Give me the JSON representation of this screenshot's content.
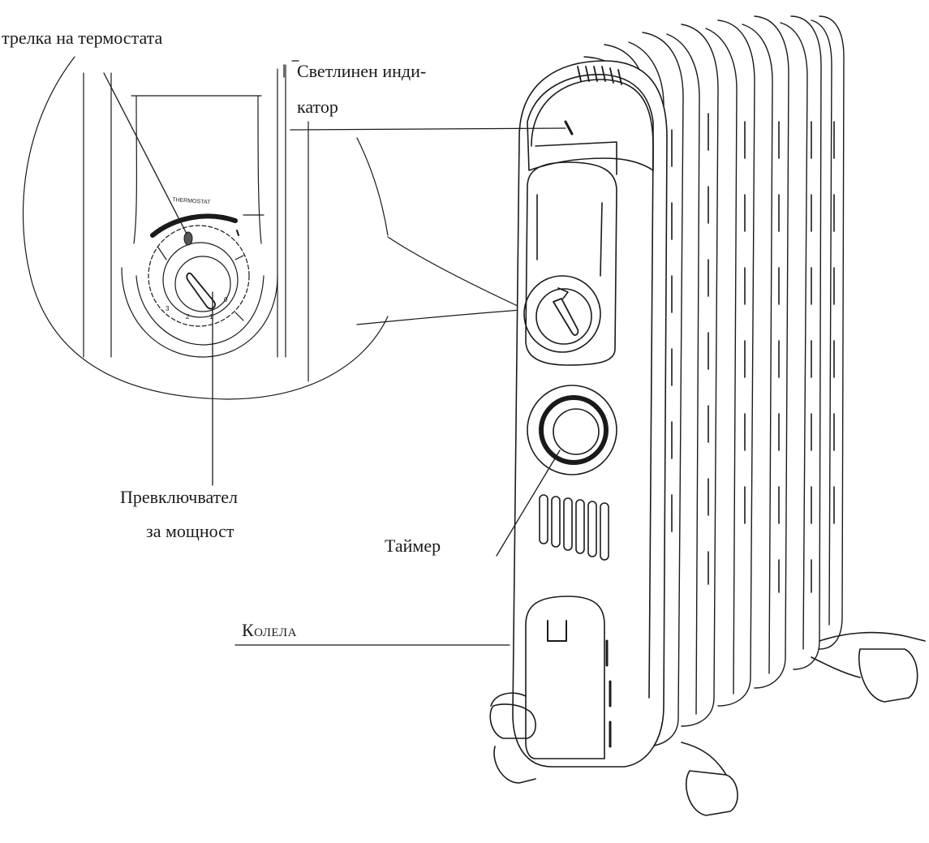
{
  "labels": {
    "thermostat_arrow": "трелка на термостата",
    "light_indicator_line1": "Светлинен инди-",
    "light_indicator_line2": "катор",
    "power_switch_line1": "Превключвател",
    "power_switch_line2": "за мощност",
    "timer": "Таймер",
    "wheels": "Колела"
  },
  "dial_text": {
    "thermostat": "THERMOSTAT",
    "pos_3": "3",
    "pos_2": "2",
    "pos_1": "1",
    "pos_0": "0"
  },
  "colors": {
    "line": "#1a1a1a",
    "background": "#ffffff"
  }
}
